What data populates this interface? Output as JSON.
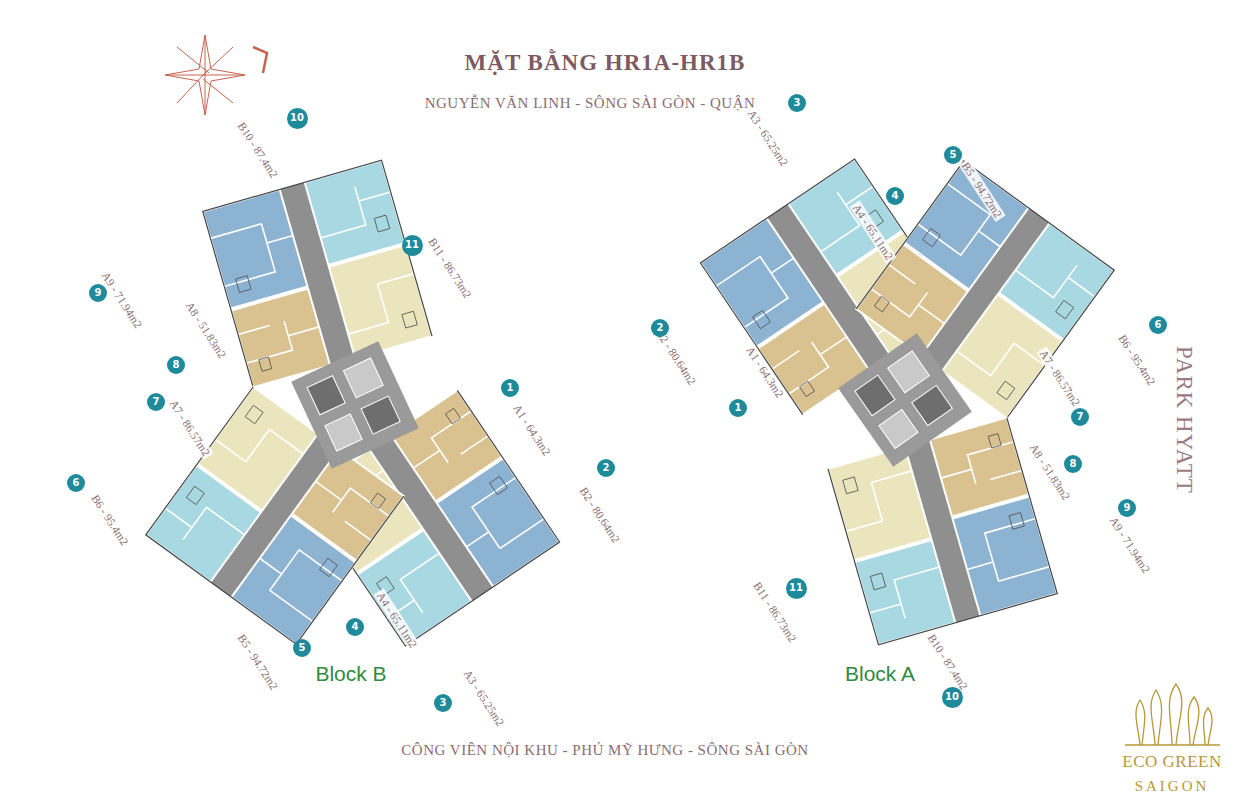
{
  "diagram": {
    "title": "MẶT BẰNG HR1A-HR1B",
    "nodes": [
      {
        "text": [
          "10"
        ]
      },
      {
        "text": [
          "11"
        ]
      },
      {
        "text": [
          "9"
        ]
      },
      {
        "text": [
          "8"
        ]
      },
      {
        "text": [
          "7"
        ]
      },
      {
        "text": [
          "6"
        ]
      },
      {
        "text": [
          "1"
        ]
      },
      {
        "text": [
          "2"
        ]
      },
      {
        "text": [
          "4"
        ]
      },
      {
        "text": [
          "5"
        ]
      },
      {
        "text": [
          "3"
        ]
      },
      {
        "text": [
          "3"
        ]
      },
      {
        "text": [
          "4"
        ]
      },
      {
        "text": [
          "5"
        ]
      },
      {
        "text": [
          "6"
        ]
      },
      {
        "text": [
          "2"
        ]
      },
      {
        "text": [
          "1"
        ]
      },
      {
        "text": [
          "7"
        ]
      },
      {
        "text": [
          "8"
        ]
      },
      {
        "text": [
          "9"
        ]
      },
      {
        "text": [
          "11"
        ]
      },
      {
        "text": [
          "10"
        ]
      }
    ],
    "labels": [
      "NGUYỄN VĂN LINH - SÔNG SÀI GÒN - QUẬN",
      "B10 - 87.4m2",
      "B11 - 86.73m2",
      "A9 - 71.94m2",
      "A8 - 51.83m2",
      "A7 - 86.57m2",
      "B6 - 95.4m2",
      "B5 - 94.72m2",
      "A4 - 65.11m2",
      "A3 - 65.25m2",
      "A1 - 64.3m2",
      "B2 - 80.64m2",
      "A3 - 65.25m2",
      "A4 - 65.11m2",
      "B5 - 94.72m2",
      "B6 - 95.4m2",
      "B2 - 80.64m2",
      "A1 - 64.3m2",
      "A7 - 86.57m2",
      "A8 - 51.83m2",
      "A9 - 71.94m2",
      "B11 - 86.73m2",
      "B10 - 87.4m2",
      "PARK HYATT",
      "Block B",
      "Block A",
      "CÔNG VIÊN NỘI KHU - PHÚ MỸ HƯNG - SÔNG SÀI GÒN",
      "ECO GREEN",
      "SAIGON"
    ]
  }
}
